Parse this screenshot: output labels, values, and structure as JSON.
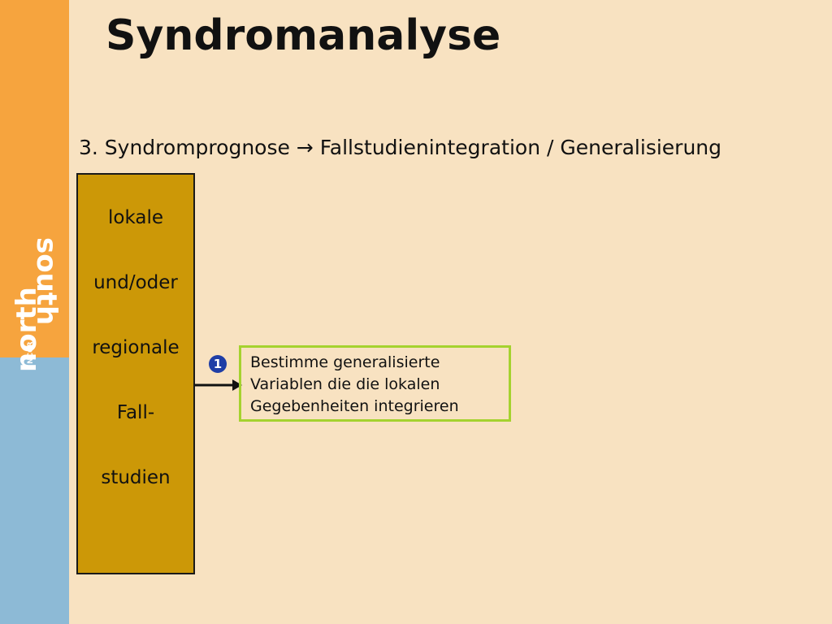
{
  "slide": {
    "title": "Syndromanalyse",
    "subtitle": "3. Syndromprognose → Fallstudienintegration / Generalisierung"
  },
  "logo": {
    "line1": "north",
    "line2": "south",
    "small": "NCCR"
  },
  "case_box": {
    "lines": [
      "lokale",
      "und/oder",
      "regionale",
      "Fall-",
      "studien"
    ]
  },
  "step": {
    "number": "1",
    "lines": [
      "Bestimme generalisierte",
      "Variablen die die lokalen",
      "Gegebenheiten integrieren"
    ]
  },
  "colors": {
    "background": "#f8e2c1",
    "sidebar_orange": "#f6a43e",
    "sidebar_blue": "#8dbad6",
    "case_box": "#cc9807",
    "step_border": "#a5d22f",
    "badge": "#1f3ea6"
  }
}
